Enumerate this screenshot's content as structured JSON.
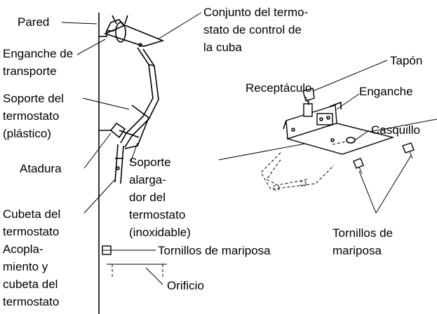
{
  "labels": {
    "pared": "Pared",
    "conjunto_1": "Conjunto del termo-",
    "conjunto_2": "stato de control de",
    "conjunto_3": "la cuba",
    "enganche_transporte_1": "Enganche de",
    "enganche_transporte_2": "transporte",
    "soporte_termostato_1": "Soporte del",
    "soporte_termostato_2": "termostato",
    "soporte_termostato_3": "(plástico)",
    "atadura": "Atadura",
    "soporte_alargador_1": "Soporte",
    "soporte_alargador_2": "alargа-",
    "soporte_alargador_3": "dor del",
    "soporte_alargador_4": "termostato",
    "soporte_alargador_5": "(inoxidable)",
    "cubeta_1": "Cubeta del",
    "cubeta_2": "termostato",
    "acoplamiento_1": "Acopla-",
    "acoplamiento_2": "miento y",
    "acoplamiento_3": "cubeta del",
    "acoplamiento_4": "termostato",
    "tornillos_mariposa_left": "Tornillos de mariposa",
    "orificio": "Orificio",
    "tapon": "Tapón",
    "receptaculo": "Receptáculo",
    "enganche": "Enganche",
    "casquillo": "Casquillo",
    "tornillos_right_1": "Tornillos de",
    "tornillos_right_2": "mariposa"
  }
}
